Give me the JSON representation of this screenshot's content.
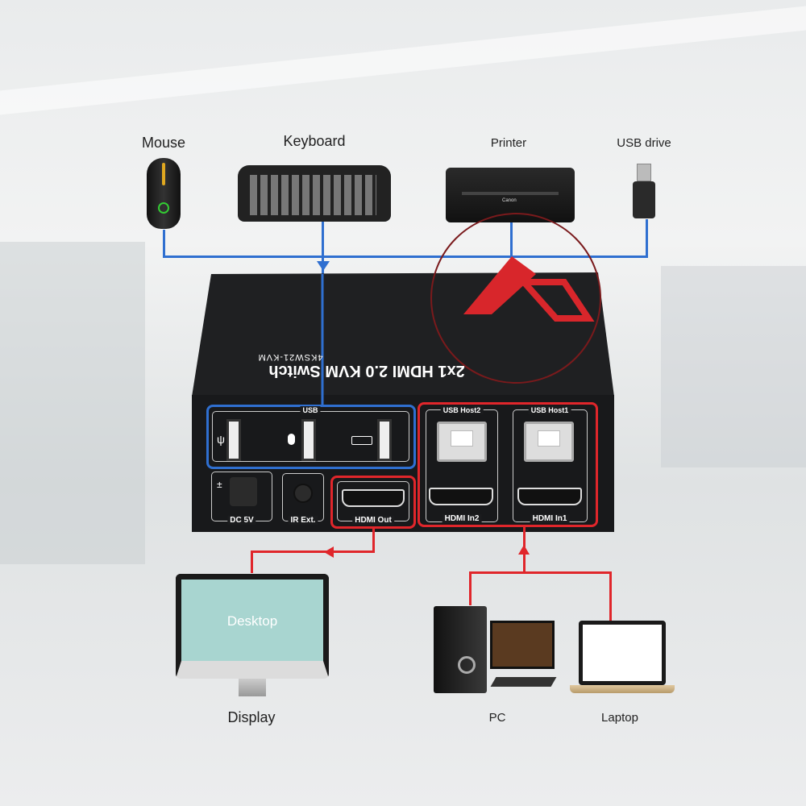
{
  "devices_top": {
    "mouse": "Mouse",
    "keyboard": "Keyboard",
    "printer": "Printer",
    "usb_drive": "USB drive",
    "printer_brand": "Canon"
  },
  "kvm": {
    "title": "2x1 HDMI 2.0 KVM Switch",
    "model": "4KSW21-KVM",
    "ports": {
      "usb": "USB",
      "usb_host2": "USB Host2",
      "usb_host1": "USB Host1",
      "dc": "DC 5V",
      "ir": "IR Ext.",
      "hdmi_out": "HDMI Out",
      "hdmi_in2": "HDMI In2",
      "hdmi_in1": "HDMI In1"
    }
  },
  "devices_bottom": {
    "display": "Display",
    "display_screen": "Desktop",
    "pc": "PC",
    "laptop": "Laptop"
  },
  "colors": {
    "usb_line": "#2f6fd0",
    "hdmi_line": "#e0262b",
    "box": "#1b1c1e",
    "logo": "#d8262b"
  }
}
